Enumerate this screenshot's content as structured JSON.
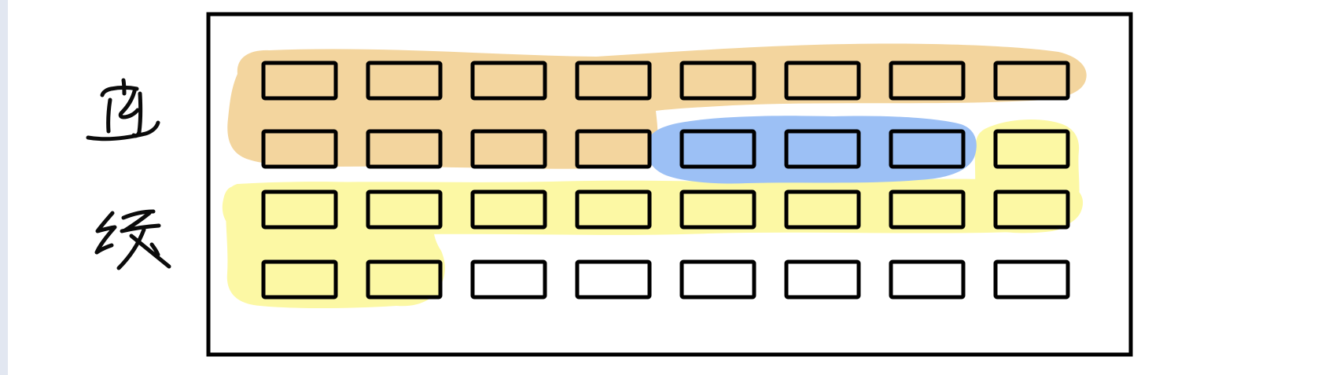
{
  "annotation": {
    "text": "连续",
    "chars": [
      "连",
      "续"
    ]
  },
  "colors": {
    "ink": "#0b0b0b",
    "frame_stroke": "#000000",
    "highlight_orange": "#f3d59e",
    "highlight_blue": "#9cc0f5",
    "highlight_yellow": "#fcf8a4",
    "page_edge": "#e2e7f1",
    "background": "#ffffff"
  },
  "diagram": {
    "rows": 4,
    "cols": 8,
    "cell_highlights": [
      [
        "orange",
        "orange",
        "orange",
        "orange",
        "orange",
        "orange",
        "orange",
        "orange"
      ],
      [
        "orange",
        "orange",
        "orange",
        "orange",
        "blue",
        "blue",
        "blue",
        "yellow"
      ],
      [
        "yellow",
        "yellow",
        "yellow",
        "yellow",
        "yellow",
        "yellow",
        "yellow",
        "yellow"
      ],
      [
        "yellow",
        "yellow",
        "none",
        "none",
        "none",
        "none",
        "none",
        "none"
      ]
    ]
  }
}
